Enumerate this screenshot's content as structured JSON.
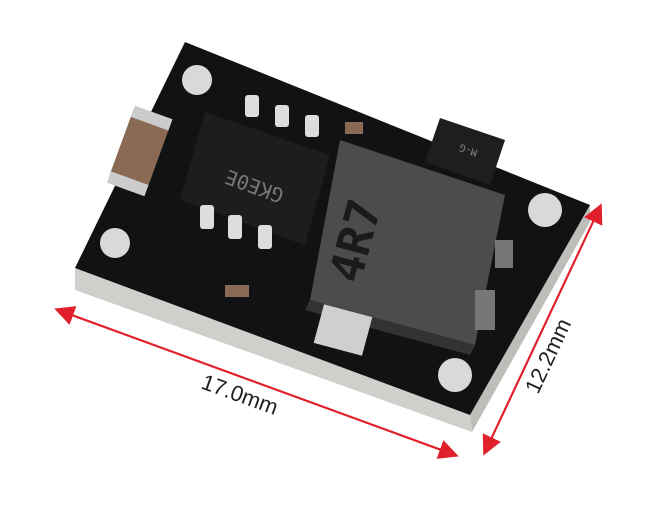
{
  "product": {
    "chip_marking": "GKE0E",
    "inductor_marking": "4R7",
    "diode_marking": "M-G"
  },
  "dimensions": {
    "length_label": "17.0mm",
    "width_label": "12.2mm",
    "arrow_color": "#e0202a"
  },
  "colors": {
    "pcb": "#111214",
    "pad": "#d9d9d9",
    "inductor": "#4a4c4e",
    "capacitor": "#8a6a55"
  }
}
